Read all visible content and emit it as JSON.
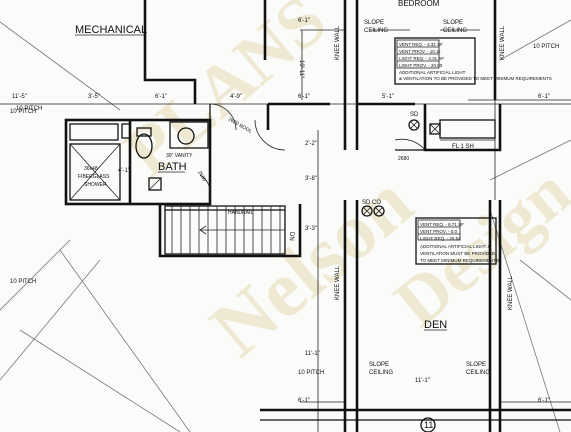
{
  "rooms": {
    "mechanical": "MECHANICAL",
    "bath": "BATH",
    "den": "DEN",
    "bed": "BEDROOM",
    "badge": "11"
  },
  "dims": {
    "d0": "11'-5\"",
    "d1": "3'-5\"",
    "d2": "6'-1\"",
    "d3": "4'-9\"",
    "d4": "6'-1\"",
    "d5": "5'-1\"",
    "d6": "6'-1\"",
    "d7": "6'-1\"",
    "d8": "6'-1\"",
    "d9": "6'-1\"",
    "d10": "11'-1\"",
    "d11": "10 PITCH",
    "d12": "2'-2\"",
    "d13": "3'-8\"",
    "d14": "3'-3\"",
    "d15": "11'-1\"",
    "d16": "10'-11\"",
    "d17": "4'-1\""
  },
  "pitch": {
    "p1": "10 PITCH",
    "p2": "10 PITCH",
    "p3": "10 PITCH",
    "p4": "10 PITCH"
  },
  "ceilings": {
    "c1": "SLOPE",
    "c2": "CEILING"
  },
  "walls": {
    "knee": "KNEE WALL"
  },
  "fixtures": {
    "shower1": "36x48",
    "shower2": "FIBERGLASS",
    "shower3": "SHOWER",
    "vanity": "30\" VANITY",
    "handrail": "HANDRAIL",
    "sd": "SD",
    "sdco": "SD CO",
    "shelf": "FL 1 SH",
    "door1": "2680 BOOL",
    "door2": "2680",
    "door3": "2680",
    "dn": "DN"
  },
  "notes1": [
    "VENT REQ. - 4.31 SF",
    "VENT PROV. - 10.11",
    "LIGHT REQ. - 4.31 SF",
    "LIGHT PROV. - 20.00",
    "ADDITIONAL ARTIFICIAL LIGHT",
    "& VENTILATION TO BE PROVIDED TO MEET MINIMUM REQUIREMENTS"
  ],
  "notes2": [
    "VENT REQ. - 8.71 SF",
    "VENT PROV. - 0.0",
    "LIGHT REQ. - 25.54",
    "ADDITIONAL ARTIFICIAL LIGHT &",
    "VENTILATION MUST BE PROVIDED",
    "TO MEET MINIMUM REQUIREMENTS"
  ]
}
